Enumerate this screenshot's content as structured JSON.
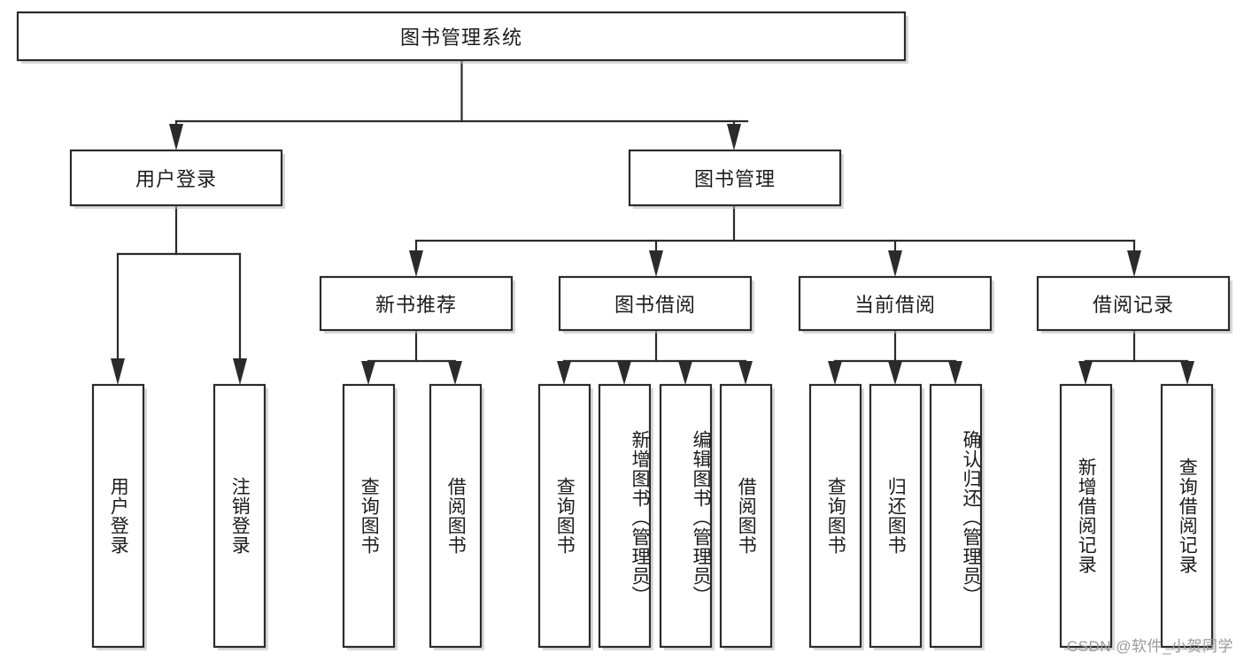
{
  "diagram": {
    "title": "图书管理系统",
    "type": "tree-hierarchy",
    "root": {
      "id": "root",
      "label": "图书管理系统",
      "orientation": "horizontal"
    },
    "level2": [
      {
        "id": "user-login",
        "label": "用户登录",
        "orientation": "horizontal"
      },
      {
        "id": "book-manage",
        "label": "图书管理",
        "orientation": "horizontal"
      }
    ],
    "level3": [
      {
        "id": "new-book-recommend",
        "label": "新书推荐",
        "parent": "book-manage",
        "orientation": "horizontal"
      },
      {
        "id": "book-borrow",
        "label": "图书借阅",
        "parent": "book-manage",
        "orientation": "horizontal"
      },
      {
        "id": "current-borrow",
        "label": "当前借阅",
        "parent": "book-manage",
        "orientation": "horizontal"
      },
      {
        "id": "borrow-record",
        "label": "借阅记录",
        "parent": "book-manage",
        "orientation": "horizontal"
      }
    ],
    "leaves": [
      {
        "id": "leaf-user-login",
        "label": "用户登录",
        "parent": "user-login",
        "orientation": "vertical"
      },
      {
        "id": "leaf-logout",
        "label": "注销登录",
        "parent": "user-login",
        "orientation": "vertical"
      },
      {
        "id": "leaf-query-book-1",
        "label": "查询图书",
        "parent": "new-book-recommend",
        "orientation": "vertical"
      },
      {
        "id": "leaf-borrow-book-1",
        "label": "借阅图书",
        "parent": "new-book-recommend",
        "orientation": "vertical"
      },
      {
        "id": "leaf-query-book-2",
        "label": "查询图书",
        "parent": "book-borrow",
        "orientation": "vertical"
      },
      {
        "id": "leaf-add-book",
        "label": "新增图书（管理员）",
        "parent": "book-borrow",
        "orientation": "vertical"
      },
      {
        "id": "leaf-edit-book",
        "label": "编辑图书（管理员）",
        "parent": "book-borrow",
        "orientation": "vertical"
      },
      {
        "id": "leaf-borrow-book-2",
        "label": "借阅图书",
        "parent": "book-borrow",
        "orientation": "vertical"
      },
      {
        "id": "leaf-query-book-3",
        "label": "查询图书",
        "parent": "current-borrow",
        "orientation": "vertical"
      },
      {
        "id": "leaf-return-book",
        "label": "归还图书",
        "parent": "current-borrow",
        "orientation": "vertical"
      },
      {
        "id": "leaf-confirm-return",
        "label": "确认归还（管理员）",
        "parent": "current-borrow",
        "orientation": "vertical"
      },
      {
        "id": "leaf-add-record",
        "label": "新增借阅记录",
        "parent": "borrow-record",
        "orientation": "vertical"
      },
      {
        "id": "leaf-query-record",
        "label": "查询借阅记录",
        "parent": "borrow-record",
        "orientation": "vertical"
      }
    ],
    "colors": {
      "background": "#ffffff",
      "stroke": "#2b2b2b",
      "fill": "#ffffff",
      "text": "#1b1b1b",
      "shadow": "#b9b9b9",
      "watermark": "#9a9a9a"
    }
  },
  "watermark": {
    "text": "CSDN @软件_小贺同学"
  }
}
